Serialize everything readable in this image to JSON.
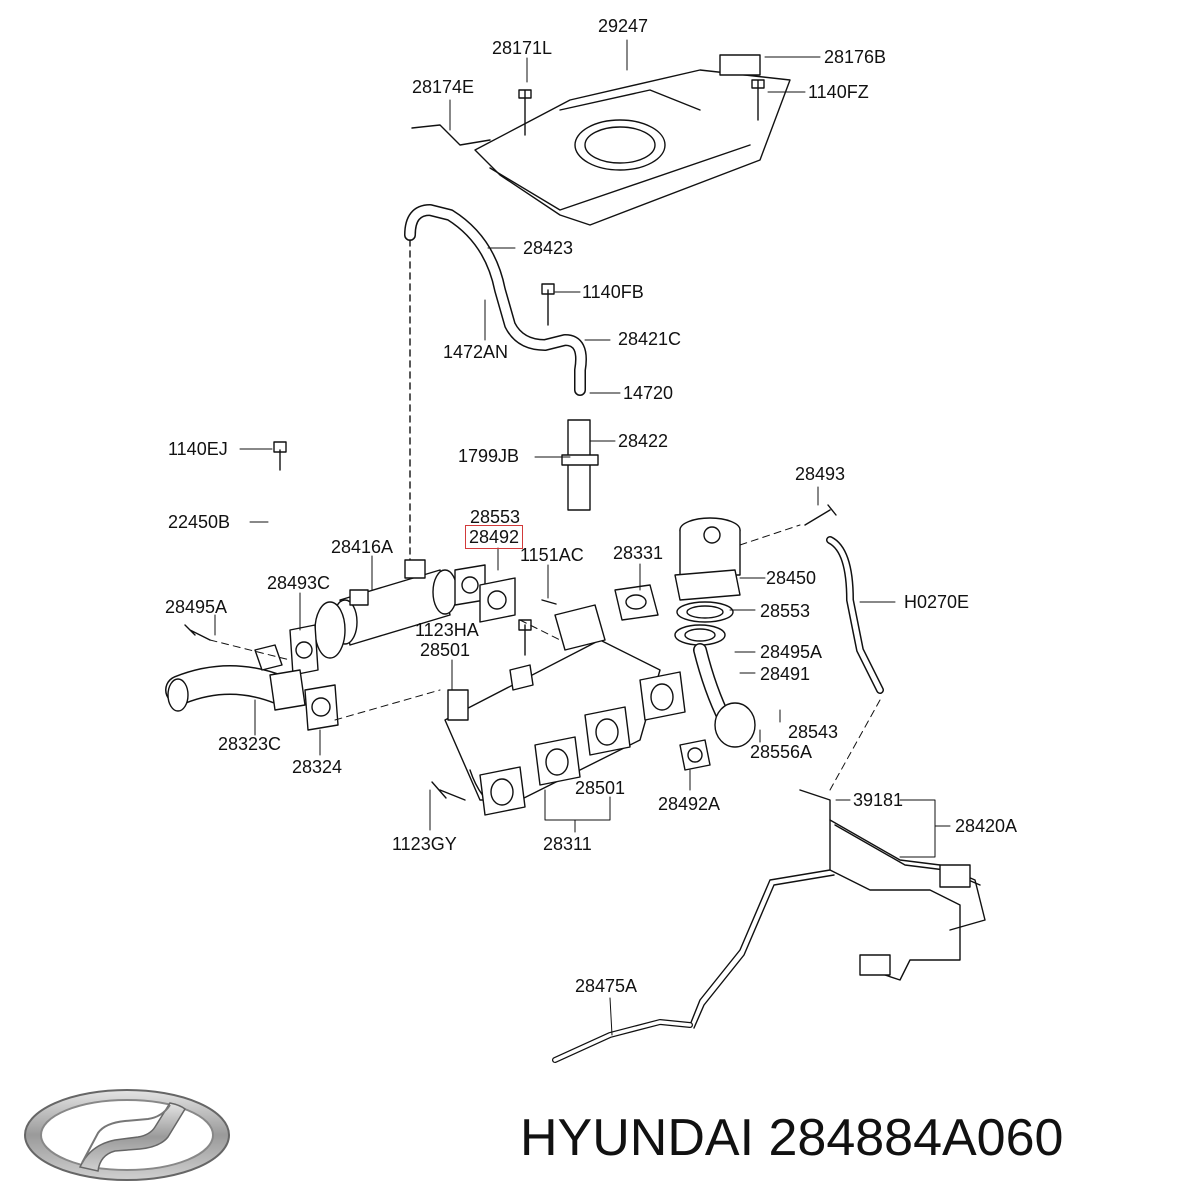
{
  "diagram": {
    "labels": [
      "29247",
      "28171L",
      "28176B",
      "28174E",
      "1140FZ",
      "28423",
      "1140FB",
      "1472AN",
      "28421C",
      "14720",
      "1140EJ",
      "28422",
      "1799JB",
      "28493",
      "22450B",
      "28553",
      "28492",
      "28416A",
      "1151AC",
      "28331",
      "28450",
      "H0270E",
      "28493C",
      "28495A",
      "28553",
      "1123HA",
      "28495A",
      "28501",
      "28491",
      "28543",
      "28323C",
      "28324",
      "28556A",
      "28501",
      "28492A",
      "39181",
      "28420A",
      "1123GY",
      "28311",
      "28475A"
    ],
    "highlighted_part": "28492"
  },
  "brand": {
    "logo": "hyundai-logo",
    "caption": "HYUNDAI 284884A060"
  },
  "colors": {
    "line": "#111111",
    "highlight": "#d23a3a"
  }
}
